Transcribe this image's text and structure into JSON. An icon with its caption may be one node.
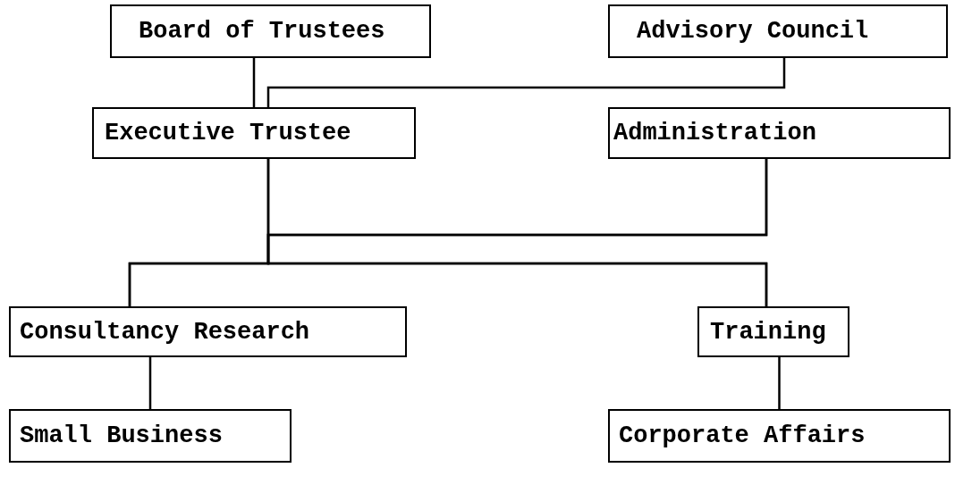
{
  "diagram": {
    "nodes": [
      {
        "text": [
          "Board of Trustees"
        ]
      },
      {
        "text": [
          "Advisory Council"
        ]
      },
      {
        "text": [
          "Executive Trustee"
        ]
      },
      {
        "text": [
          "Administration"
        ]
      },
      {
        "text": [
          "Consultancy Research"
        ]
      },
      {
        "text": [
          "Training"
        ]
      },
      {
        "text": [
          "Small Business"
        ]
      },
      {
        "text": [
          "Corporate Affairs"
        ]
      }
    ],
    "edges": [
      {
        "from": 0,
        "to": 2,
        "arrow": "none"
      },
      {
        "from": 1,
        "to": 2,
        "arrow": "none"
      },
      {
        "from": 2,
        "to": 4,
        "arrow": "none"
      },
      {
        "from": 2,
        "to": 5,
        "arrow": "none"
      },
      {
        "from": 3,
        "to": 4,
        "arrow": "none"
      },
      {
        "from": 3,
        "to": 5,
        "arrow": "none"
      },
      {
        "from": 4,
        "to": 6,
        "arrow": "none"
      },
      {
        "from": 5,
        "to": 7,
        "arrow": "none"
      }
    ]
  }
}
